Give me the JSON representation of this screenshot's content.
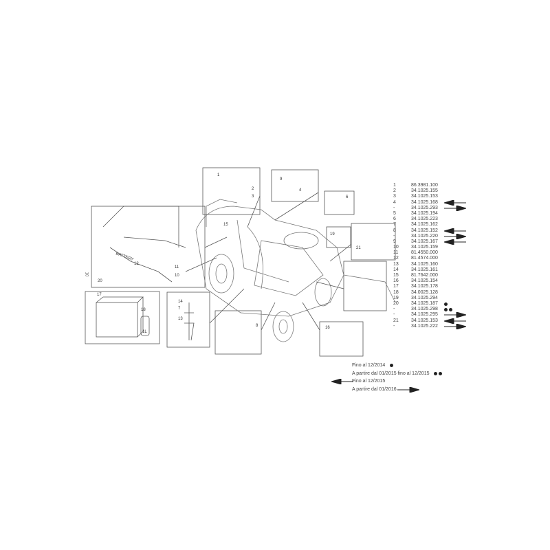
{
  "side_label": "10",
  "callouts": {
    "c1": "1",
    "c2": "2",
    "c3": "3",
    "c4": "4",
    "c6": "6",
    "c7": "7",
    "c8": "8",
    "c9": "9",
    "c10": "10",
    "c11": "11",
    "c12": "12",
    "c13": "13",
    "c14": "14",
    "c15": "15",
    "c16": "16",
    "c17": "17",
    "c18": "18",
    "c19": "19",
    "c20": "20",
    "c21": "21",
    "battery": "BATTERY",
    "bottle": "1L"
  },
  "parts": [
    {
      "num": "1",
      "code": "86.3981.100",
      "marker": ""
    },
    {
      "num": "2",
      "code": "34.1025.155",
      "marker": ""
    },
    {
      "num": "3",
      "code": "34.1025.153",
      "marker": ""
    },
    {
      "num": "4",
      "code": "34.1025.168",
      "marker": "arrow-left"
    },
    {
      "num": "-",
      "code": "34.1025.293",
      "marker": "arrow-right"
    },
    {
      "num": "5",
      "code": "34.1025.194",
      "marker": ""
    },
    {
      "num": "6",
      "code": "34.1025.223",
      "marker": ""
    },
    {
      "num": "7",
      "code": "34.1025.162",
      "marker": ""
    },
    {
      "num": "8",
      "code": "34.1025.152",
      "marker": "arrow-left"
    },
    {
      "num": "-",
      "code": "34.1025.220",
      "marker": "arrow-right"
    },
    {
      "num": "9",
      "code": "34.1025.167",
      "marker": "arrow-left"
    },
    {
      "num": "10",
      "code": "34.1025.159",
      "marker": ""
    },
    {
      "num": "11",
      "code": "81.4550.000",
      "marker": ""
    },
    {
      "num": "12",
      "code": "81.4574.000",
      "marker": ""
    },
    {
      "num": "13",
      "code": "34.1025.160",
      "marker": ""
    },
    {
      "num": "14",
      "code": "34.1025.161",
      "marker": ""
    },
    {
      "num": "15",
      "code": "81.7642.000",
      "marker": ""
    },
    {
      "num": "16",
      "code": "34.1025.154",
      "marker": ""
    },
    {
      "num": "17",
      "code": "34.1025.178",
      "marker": ""
    },
    {
      "num": "18",
      "code": "34.0025.128",
      "marker": ""
    },
    {
      "num": "19",
      "code": "34.1025.294",
      "marker": ""
    },
    {
      "num": "20",
      "code": "34.1025.187",
      "marker": "dot"
    },
    {
      "num": "-",
      "code": "34.1025.298",
      "marker": "double-dot"
    },
    {
      "num": "-",
      "code": "34.1025.295",
      "marker": "arrow-right"
    },
    {
      "num": "21",
      "code": "34.1025.153",
      "marker": "arrow-left"
    },
    {
      "num": "-",
      "code": "34.1025.222",
      "marker": "arrow-right"
    }
  ],
  "legend": [
    {
      "text": "Fino al 12/2014",
      "marker": "dot"
    },
    {
      "text": "A partire dal 01/2015 fino al 12/2015",
      "marker": "double-dot"
    },
    {
      "text": "Fino al 12/2015",
      "marker": "arrow-left"
    },
    {
      "text": "A partire dal 01/2016",
      "marker": "arrow-right"
    }
  ]
}
